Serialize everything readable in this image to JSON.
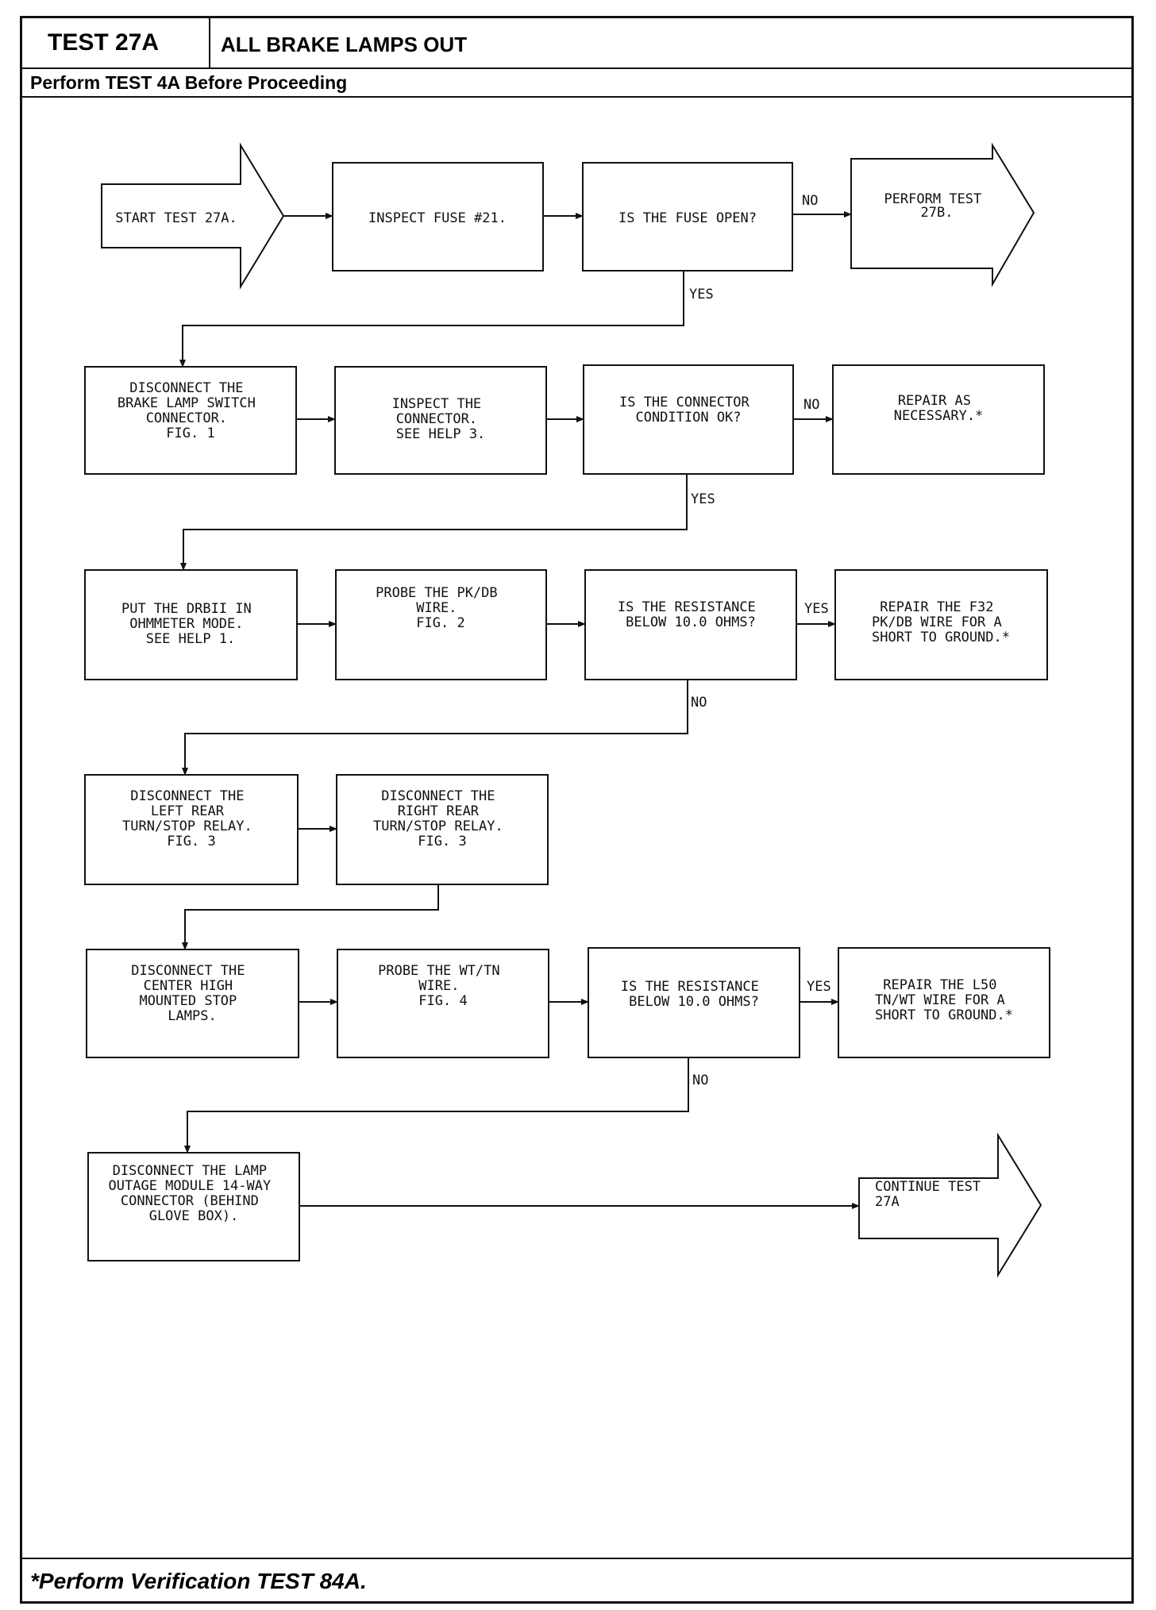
{
  "header": {
    "test_id": "TEST 27A",
    "title": "ALL BRAKE LAMPS OUT",
    "prereq": "Perform TEST 4A Before Proceeding"
  },
  "footer": {
    "note": "*Perform Verification TEST 84A."
  },
  "steps": {
    "start": [
      "START TEST 27A."
    ],
    "inspect_fuse": [
      "INSPECT FUSE #21."
    ],
    "fuse_open": [
      "IS THE FUSE OPEN?"
    ],
    "perform_27b": [
      "PERFORM TEST",
      "27B."
    ],
    "disconnect_switch": [
      "DISCONNECT THE",
      "BRAKE LAMP SWITCH",
      "CONNECTOR.",
      "",
      "FIG. 1"
    ],
    "inspect_connector": [
      "INSPECT THE",
      "CONNECTOR.",
      "SEE HELP 3."
    ],
    "connector_ok": [
      "IS THE CONNECTOR",
      "CONDITION OK?"
    ],
    "repair_necessary": [
      "REPAIR AS",
      "NECESSARY.*"
    ],
    "drbii_ohm": [
      "PUT THE DRBII IN",
      "OHMMETER MODE.",
      "SEE HELP 1."
    ],
    "probe_pkdb": [
      "PROBE THE PK/DB",
      "WIRE.",
      "",
      "",
      "FIG. 2"
    ],
    "resistance_1": [
      "IS THE RESISTANCE",
      "BELOW 10.0 OHMS?"
    ],
    "repair_f32": [
      "REPAIR THE F32",
      "PK/DB WIRE FOR A",
      "SHORT TO GROUND.*"
    ],
    "disconnect_left": [
      "DISCONNECT THE",
      "LEFT REAR",
      "TURN/STOP RELAY.",
      "",
      "FIG. 3"
    ],
    "disconnect_right": [
      "DISCONNECT THE",
      "RIGHT REAR",
      "TURN/STOP RELAY.",
      "",
      "FIG. 3"
    ],
    "disconnect_chmsl": [
      "DISCONNECT THE",
      "CENTER HIGH",
      "MOUNTED STOP",
      "LAMPS."
    ],
    "probe_wttn": [
      "PROBE THE WT/TN",
      "WIRE.",
      "",
      "",
      "FIG. 4"
    ],
    "resistance_2": [
      "IS THE RESISTANCE",
      "BELOW 10.0 OHMS?"
    ],
    "repair_l50": [
      "REPAIR THE L50",
      "TN/WT WIRE FOR A",
      "SHORT TO GROUND.*"
    ],
    "disconnect_module": [
      "DISCONNECT THE LAMP",
      "OUTAGE MODULE 14-WAY",
      "CONNECTOR (BEHIND",
      "GLOVE BOX)."
    ],
    "continue_27a": [
      "CONTINUE TEST",
      "27A"
    ]
  },
  "branch_labels": {
    "no_1": "NO",
    "yes_1": "YES",
    "no_2": "NO",
    "yes_2": "YES",
    "yes_3": "YES",
    "no_3": "NO",
    "yes_4": "YES",
    "no_4": "NO"
  }
}
